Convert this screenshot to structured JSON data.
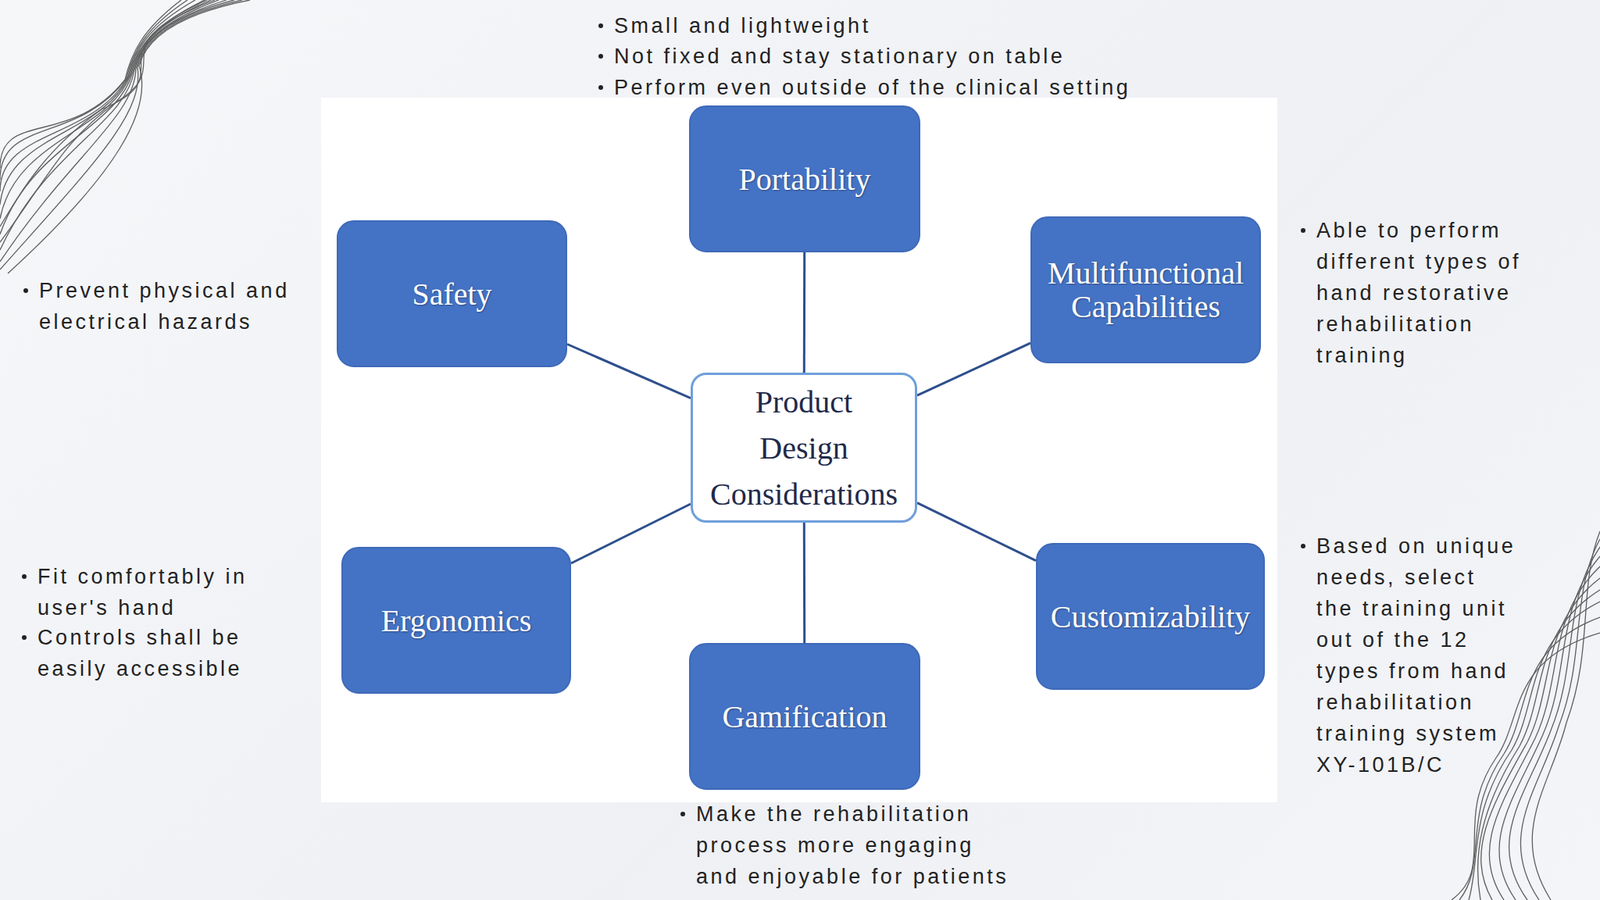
{
  "diagram": {
    "nodes": [
      {
        "text": [
          "Portability"
        ]
      },
      {
        "text": [
          "Safety"
        ]
      },
      {
        "text": [
          "Multifunctional Capabilities"
        ]
      },
      {
        "text": [
          "Product Design Considerations"
        ]
      },
      {
        "text": [
          "Ergonomics"
        ]
      },
      {
        "text": [
          "Customizability"
        ]
      },
      {
        "text": [
          "Gamification"
        ]
      }
    ],
    "edges": [
      {
        "from": 3,
        "to": 0,
        "arrow": "none"
      },
      {
        "from": 3,
        "to": 1,
        "arrow": "none"
      },
      {
        "from": 3,
        "to": 2,
        "arrow": "none"
      },
      {
        "from": 3,
        "to": 4,
        "arrow": "none"
      },
      {
        "from": 3,
        "to": 5,
        "arrow": "none"
      },
      {
        "from": 3,
        "to": 6,
        "arrow": "none"
      }
    ],
    "labels": [
      "Small and lightweight",
      "Not fixed and stay stationary on table",
      "Perform even outside of the clinical setting",
      "Prevent physical and electrical hazards",
      "Able to perform different types of hand restorative rehabilitation training",
      "Fit comfortably in user's hand",
      "Controls shall be easily accessible",
      "Based on unique needs, select the training unit out of the 12 types from hand rehabilitation training system XY-101B/C",
      "Make the rehabilitation process more engaging and enjoyable for patients"
    ]
  }
}
